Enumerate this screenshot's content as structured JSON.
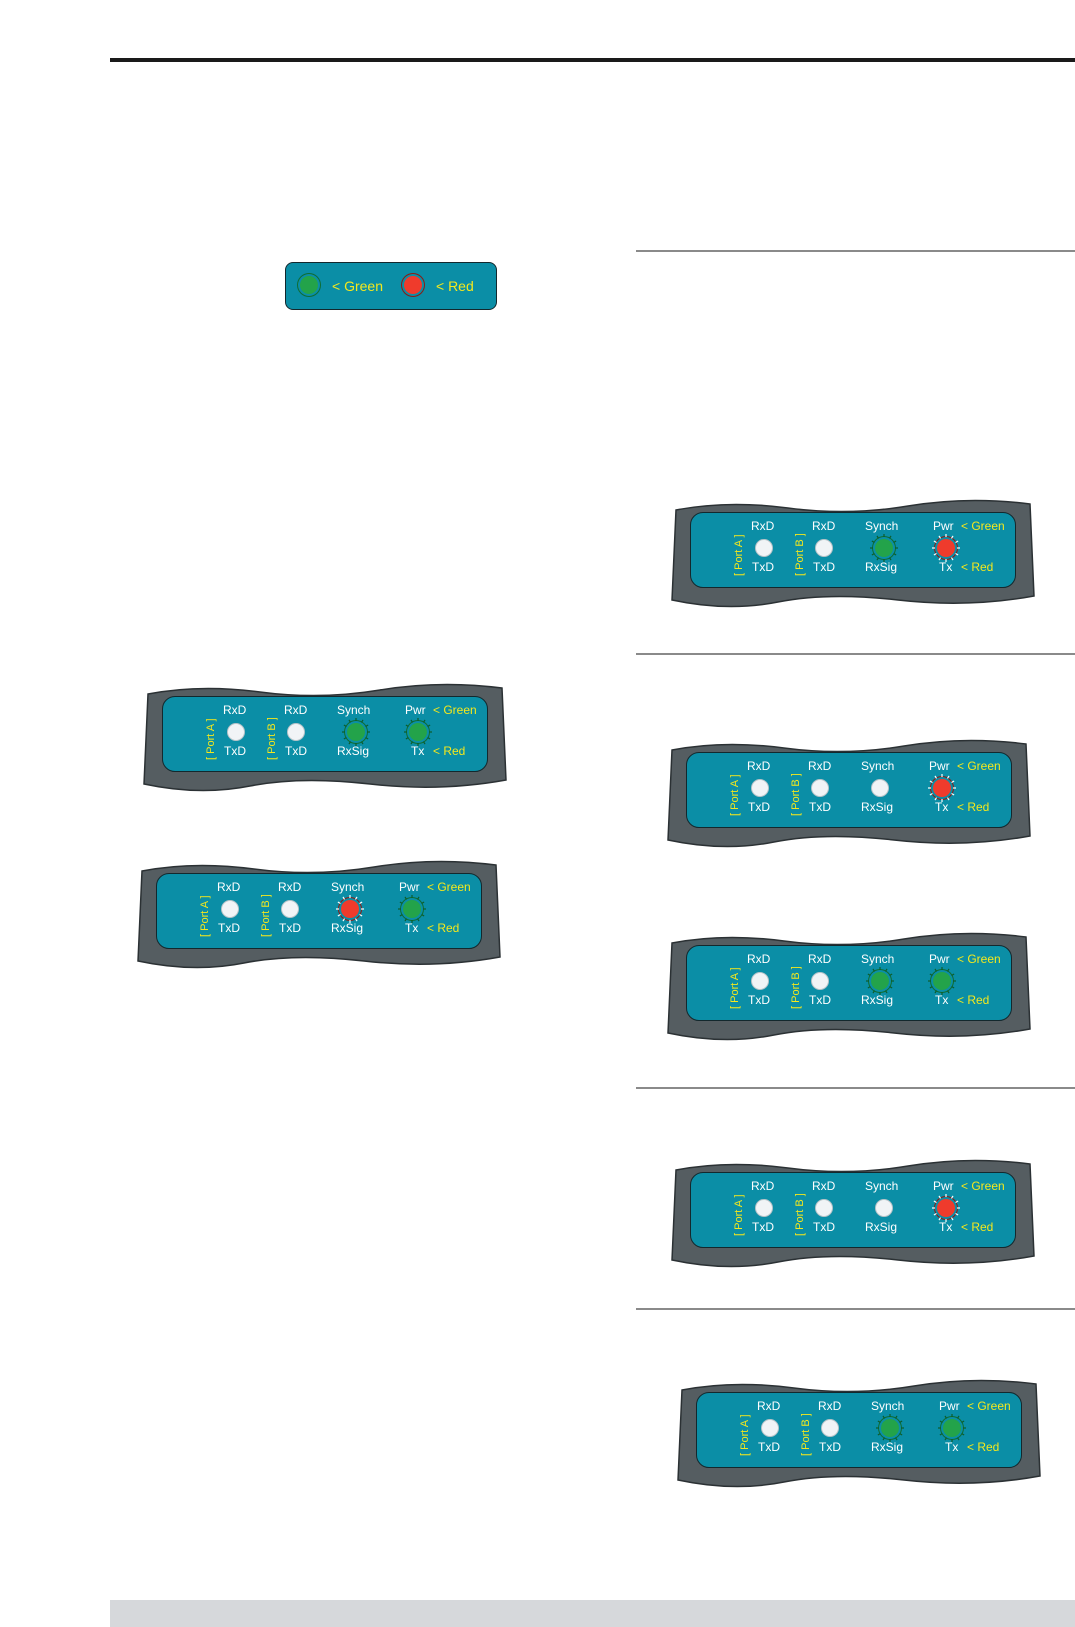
{
  "legend": {
    "green_label": "< Green",
    "red_label": "< Red"
  },
  "labels": {
    "port_a": "[ Port A ]",
    "port_b": "[ Port B ]",
    "rxd": "RxD",
    "txd": "TxD",
    "synch": "Synch",
    "rxsig": "RxSig",
    "pwr": "Pwr",
    "tx": "Tx",
    "green": "< Green",
    "red": "< Red"
  },
  "panels": [
    {
      "id": "left-1",
      "port_a": "off",
      "port_b": "off",
      "synch": "green",
      "pwr": "green"
    },
    {
      "id": "left-2",
      "port_a": "off",
      "port_b": "off",
      "synch": "red",
      "pwr": "green"
    },
    {
      "id": "right-1",
      "port_a": "off",
      "port_b": "off",
      "synch": "green",
      "pwr": "red"
    },
    {
      "id": "right-2",
      "port_a": "off",
      "port_b": "off",
      "synch": "off",
      "pwr": "red"
    },
    {
      "id": "right-3",
      "port_a": "off",
      "port_b": "off",
      "synch": "green",
      "pwr": "green"
    },
    {
      "id": "right-4",
      "port_a": "off",
      "port_b": "off",
      "synch": "off",
      "pwr": "red"
    },
    {
      "id": "right-5",
      "port_a": "off",
      "port_b": "off",
      "synch": "green",
      "pwr": "green"
    }
  ],
  "colors": {
    "panel_face": "#0b8ea6",
    "panel_frame": "#555d61",
    "label_yellow": "#f5e81c",
    "led_green": "#23a34a",
    "led_red": "#ef3b2c",
    "led_off": "#f1f4f6"
  }
}
